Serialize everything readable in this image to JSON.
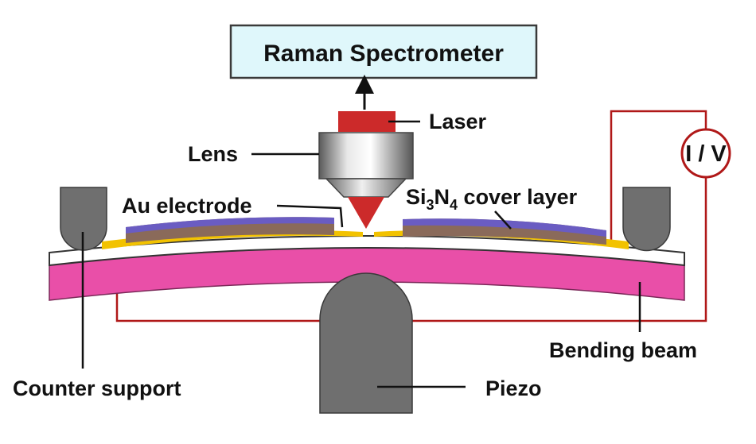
{
  "title": "Raman Spectrometer",
  "labels": {
    "laser": "Laser",
    "lens": "Lens",
    "au_electrode": "Au electrode",
    "cover_layer_si": "Si",
    "cover_layer_sub3": "3",
    "cover_layer_n": "N",
    "cover_layer_sub4": "4",
    "cover_layer_rest": " cover layer",
    "iv_meter": "I / V",
    "bending_beam": "Bending beam",
    "counter_support": "Counter support",
    "piezo": "Piezo"
  },
  "colors": {
    "spectrometer_fill": "#dff7fb",
    "laser_red": "#cc2a2a",
    "beam_pink": "#e94fa8",
    "cover_blue": "#6a5cc2",
    "cover_brown": "#8a6a5a",
    "gold": "#f2c200",
    "gray_support": "#6f6f6f",
    "wire_red": "#b01818"
  }
}
